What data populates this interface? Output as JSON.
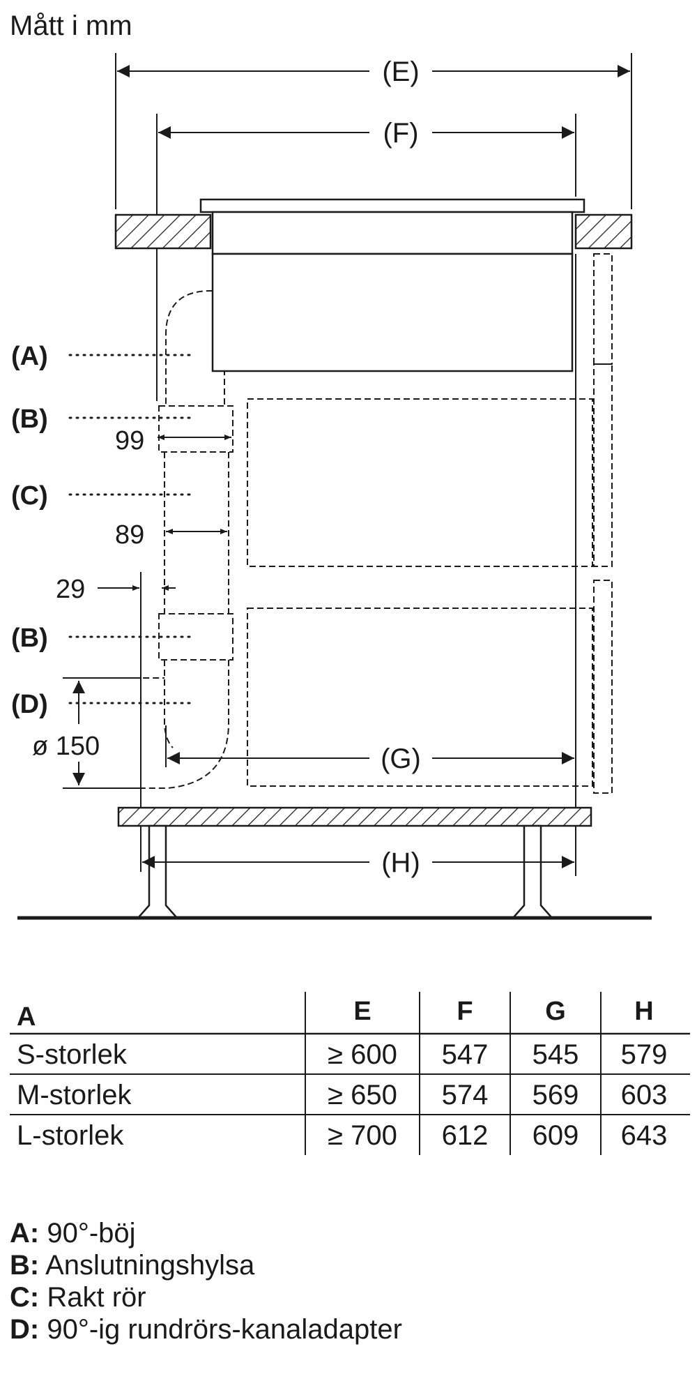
{
  "title": "Mått i mm",
  "diagram": {
    "labels": {
      "E": "(E)",
      "F": "(F)",
      "G": "(G)",
      "H": "(H)",
      "A": "(A)",
      "B1": "(B)",
      "C": "(C)",
      "B2": "(B)",
      "D": "(D)"
    },
    "dimensions": {
      "d99": "99",
      "d89": "89",
      "d29": "29",
      "d150": "ø 150"
    }
  },
  "table": {
    "headers": [
      "A",
      "E",
      "F",
      "G",
      "H"
    ],
    "rows": [
      [
        "S-storlek",
        "≥ 600",
        "547",
        "545",
        "579"
      ],
      [
        "M-storlek",
        "≥ 650",
        "574",
        "569",
        "603"
      ],
      [
        "L-storlek",
        "≥ 700",
        "612",
        "609",
        "643"
      ]
    ]
  },
  "legend": [
    {
      "key": "A:",
      "text": " 90°-böj"
    },
    {
      "key": "B:",
      "text": " Anslutningshylsa"
    },
    {
      "key": "C:",
      "text": " Rakt rör"
    },
    {
      "key": "D:",
      "text": " 90°-ig rundrörs-kanaladapter"
    }
  ]
}
